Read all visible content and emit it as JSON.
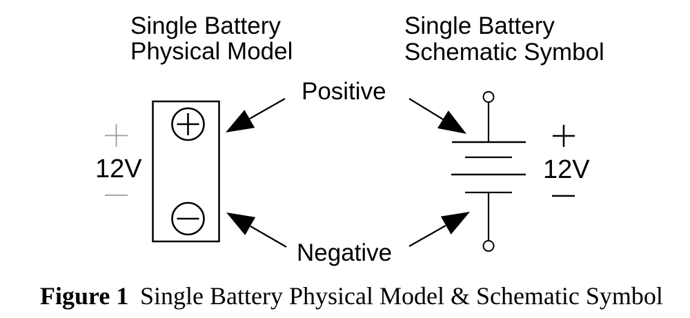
{
  "colors": {
    "ink": "#000000",
    "muted": "#9a9a9a",
    "background": "#ffffff"
  },
  "physical_model": {
    "title_line1": "Single Battery",
    "title_line2": "Physical Model",
    "voltage": "12V",
    "positive_mark": "+",
    "negative_mark": "−"
  },
  "schematic_symbol": {
    "title_line1": "Single Battery",
    "title_line2": "Schematic Symbol",
    "voltage": "12V",
    "positive_mark": "+",
    "negative_mark": "−"
  },
  "annotations": {
    "positive": "Positive",
    "negative": "Negative"
  },
  "caption": {
    "label": "Figure 1",
    "text": "Single Battery Physical Model & Schematic Symbol"
  }
}
